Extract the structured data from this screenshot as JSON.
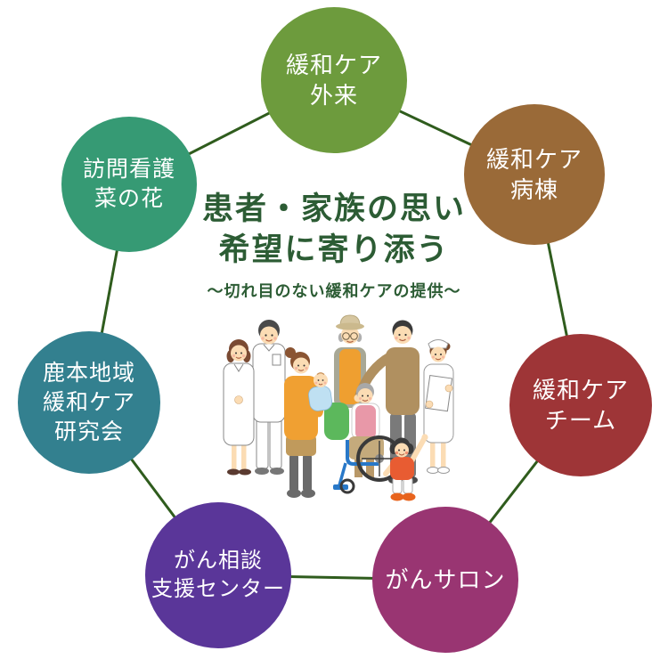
{
  "diagram": {
    "background_color": "#ffffff",
    "connector_color": "#2f5c1d",
    "center": {
      "title_line1": "患者・家族の思い",
      "title_line2": "希望に寄り添う",
      "subtitle": "〜切れ目のない緩和ケアの提供〜",
      "text_color": "#2c5c34"
    },
    "nodes": [
      {
        "id": "palliative-care-outpatient",
        "label": "緩和ケア外来",
        "lines": [
          "緩和ケア",
          "外来"
        ],
        "color": "#6d9b3d",
        "position": "top"
      },
      {
        "id": "palliative-care-ward",
        "label": "緩和ケア病棟",
        "lines": [
          "緩和ケア",
          "病棟"
        ],
        "color": "#9a6a38",
        "position": "top-right"
      },
      {
        "id": "palliative-care-team",
        "label": "緩和ケアチーム",
        "lines": [
          "緩和ケア",
          "チーム"
        ],
        "color": "#9e3537",
        "position": "right"
      },
      {
        "id": "cancer-salon",
        "label": "がんサロン",
        "lines": [
          "がんサロン"
        ],
        "color": "#993572",
        "position": "bottom-right"
      },
      {
        "id": "cancer-consultation-support-center",
        "label": "がん相談支援センター",
        "lines": [
          "がん相談",
          "支援センター"
        ],
        "color": "#5a3699",
        "position": "bottom-left"
      },
      {
        "id": "kamoto-area-palliative-care-study-group",
        "label": "鹿本地域緩和ケア研究会",
        "lines": [
          "鹿本地域",
          "緩和ケア",
          "研究会"
        ],
        "color": "#33808f",
        "position": "left"
      },
      {
        "id": "visiting-nurse-nanohana",
        "label": "訪問看護菜の花",
        "lines": [
          "訪問看護",
          "菜の花"
        ],
        "color": "#369a74",
        "position": "top-left"
      }
    ],
    "illustration_name": "patients-family-and-medical-staff-illustration"
  }
}
